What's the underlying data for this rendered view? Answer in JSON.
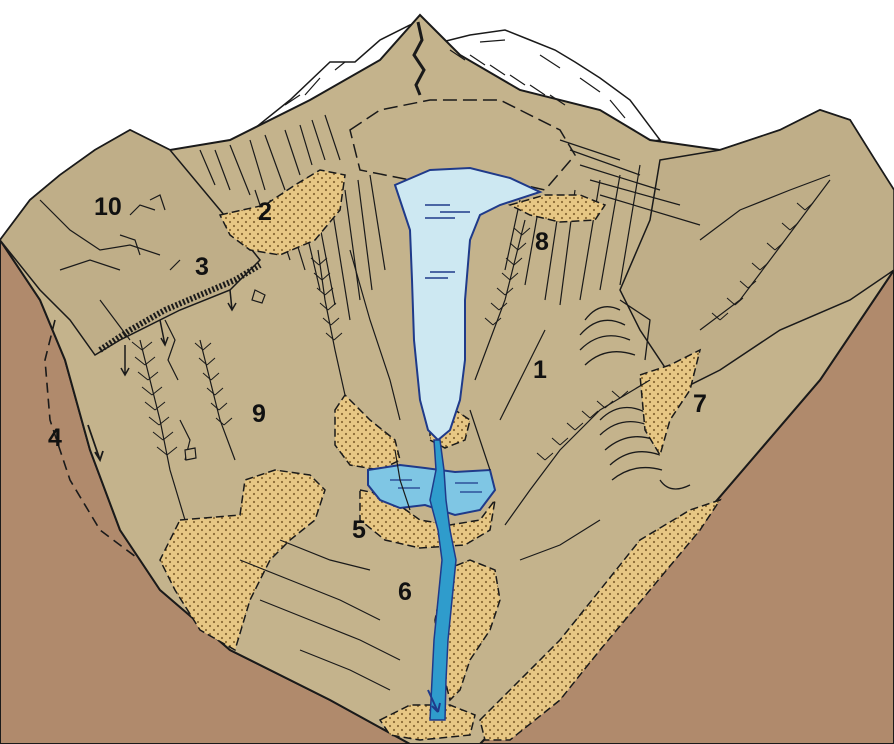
{
  "labels": {
    "l1": "1",
    "l2": "2",
    "l3": "3",
    "l4": "4",
    "l5": "5",
    "l6": "6",
    "l7": "7",
    "l8": "8",
    "l9": "9",
    "l10": "10"
  },
  "colors": {
    "background": "#ffffff",
    "bedrock": "#b08a6c",
    "valley_slope": "#c4b38c",
    "stipple_deposit": "#e7c784",
    "stipple_dot": "#8a6a36",
    "lake": "#cde8f2",
    "lower_lake": "#7fc6e4",
    "stream": "#2f9ccc",
    "snow": "#ffffff",
    "outline": "#1a1a1a"
  },
  "icons": {
    "flow_arrow": "arrow-down-icon"
  }
}
